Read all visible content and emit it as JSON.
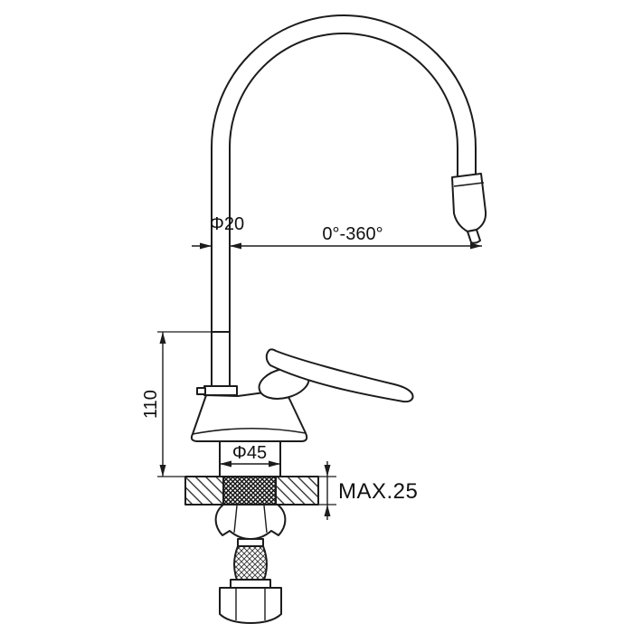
{
  "colors": {
    "background": "#ffffff",
    "line": "#1c1c1c",
    "text": "#111111"
  },
  "labels": {
    "spout_diameter": "Φ20",
    "swivel_range": "0°-360°",
    "height": "110",
    "base_diameter": "Φ45",
    "max_deck_thickness": "MAX.25"
  }
}
